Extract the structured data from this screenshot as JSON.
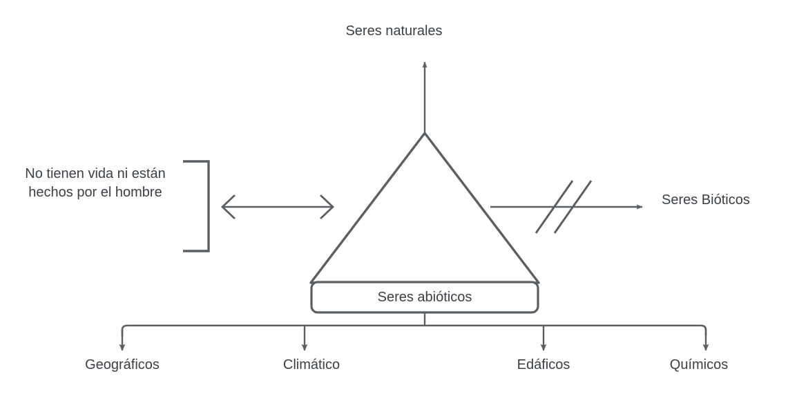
{
  "diagram": {
    "title": "Seres naturales",
    "theme": {
      "stroke": "#5a5f64",
      "text": "#3b4045",
      "dashed_divider": "#d3d3d3",
      "background": "#ffffff"
    },
    "top_divider": {
      "label": "Seres naturales",
      "style": "dashed"
    },
    "left_annotation": {
      "line1": "No tienen vida ni están",
      "line2": "hechos por el hombre",
      "text": "No tienen vida ni están\nhechos por el hombre",
      "bracket": "right-facing-bracket",
      "connector": "double-headed-arrow"
    },
    "center": {
      "shape": "triangle",
      "apex_arrow": "up-arrow-to-seres-naturales",
      "box_label": "Seres abióticos"
    },
    "right_branch": {
      "label": "Seres Bióticos",
      "connector": "arrow-with-double-slash",
      "meaning": "excluded-relation"
    },
    "leaves": [
      {
        "label": "Geográficos"
      },
      {
        "label": "Climático"
      },
      {
        "label": "Edáficos"
      },
      {
        "label": "Químicos"
      }
    ]
  },
  "geometry": {
    "leaf_x": [
      177,
      441,
      787,
      1022
    ]
  }
}
